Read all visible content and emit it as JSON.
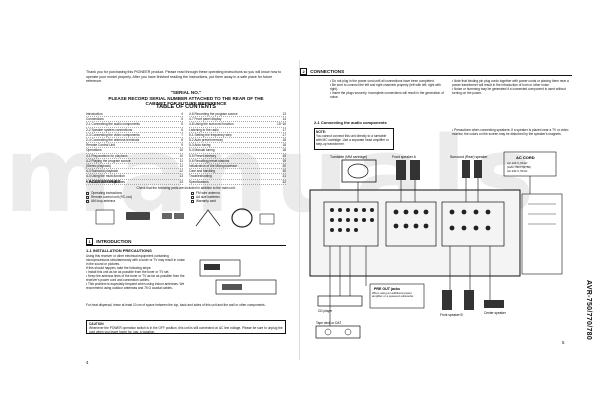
{
  "intro_paragraph": "Thank you for purchasing this PIONEER product. Please read through these operating instructions so you will know how to operate your model properly. After you have finished reading the instructions, put them away in a safe place for future reference.",
  "serial_box": {
    "line1": "\"SERIAL NO.\"",
    "line2": "PLEASE RECORD SERIAL NUMBER ATTACHED TO THE REAR OF THE",
    "line3": "CABINET FOR FUTURE REFERENCE"
  },
  "toc": {
    "title": "TABLE OF CONTENTS",
    "left": [
      {
        "label": "Introduction",
        "page": "4"
      },
      {
        "label": "Connections",
        "page": "5"
      },
      {
        "label": "2-1 Connecting the audio components",
        "page": "5"
      },
      {
        "label": "2-2 Speaker system connections",
        "page": "6"
      },
      {
        "label": "2-3 Connecting the video components",
        "page": "7"
      },
      {
        "label": "2-4 Connecting the antenna terminals",
        "page": "8"
      },
      {
        "label": "Remote Control Unit",
        "page": "9"
      },
      {
        "label": "Operations",
        "page": "10"
      },
      {
        "label": "4-1 Preparations for playback",
        "page": "10"
      },
      {
        "label": "4-2 Playing the program source",
        "page": "11"
      },
      {
        "label": "(Stereo playback)",
        "page": "11"
      },
      {
        "label": "4-3 Surround playback",
        "page": "12"
      },
      {
        "label": "4-4 Using the multi-function",
        "page": "13"
      },
      {
        "label": "4-5 Listen with headphones",
        "page": "13"
      }
    ],
    "right": [
      {
        "label": "4-6 Recording the program source",
        "page": "13"
      },
      {
        "label": "4-7 Front panel display",
        "page": "14"
      },
      {
        "label": "4-8 Using the surround function",
        "page": "15~16"
      },
      {
        "label": "Listening to the radio",
        "page": "17"
      },
      {
        "label": "5-1 Setting the frequency step",
        "page": "17"
      },
      {
        "label": "5-2 Auto preset memory",
        "page": "18"
      },
      {
        "label": "5-3 Auto tuning",
        "page": "18"
      },
      {
        "label": "5-4 Manual tuning",
        "page": "18"
      },
      {
        "label": "5-5 Preset memory",
        "page": "19"
      },
      {
        "label": "5-6 Recalling preset stations",
        "page": "19"
      },
      {
        "label": "Initialization of the Microprocessor",
        "page": "20"
      },
      {
        "label": "Care and handling",
        "page": "20"
      },
      {
        "label": "Troubleshooting",
        "page": "21"
      },
      {
        "label": "Specifications",
        "page": "22"
      }
    ]
  },
  "accessories": {
    "title": "ACCESSORIES",
    "note": "Check that the following parts are included in addition to the main unit.",
    "left": [
      "Operating instructions",
      "Remote control unit (RC-xxx)",
      "AM loop antenna"
    ],
    "right": [
      "FM wire antenna",
      "AA size batteries",
      "Warranty card"
    ]
  },
  "section1": {
    "num": "1",
    "title": "INTRODUCTION",
    "sub": "1-1 INSTALLATION PRECAUTIONS",
    "p1": "Using this receiver or other electrical equipment containing microprocessors simultaneously with a tuner or TV may result in noise in the sound or pictures.",
    "p2": "If this should happen, take the following steps:",
    "b1": "• Install this unit as far as possible from the tuner or TV set.",
    "b2": "• Keep the antenna lines of the tuner or TV as far as possible from the receiver's power cord and connection cables.",
    "b3": "• This problem is especially frequent when using indoor antennas. We recommend using outdoor antennas and 75 Ω coaxial cables.",
    "p3": "For heat dispersal, leave at least 10 cm of space between the top, back and sides of this unit and the wall or other components.",
    "caution_title": "CAUTION",
    "caution_text": "Whenever the POWER operation switch is in the OFF position, this unit is still connected on AC line voltage. Please be sure to unplug the cord when you leave home for, say, a vacation."
  },
  "section2": {
    "num": "2",
    "title": "CONNECTIONS",
    "c1": "• Do not plug in the power cord until all connections have been completed.",
    "c2": "• Be sure to connect the left and right channels properly (left with left, right with right).",
    "c3": "• Insert the plugs securely. Incomplete connections will result in the generation of noise.",
    "c4": "• Note that binding pin plug cords together with power cords or placing them near a power transformer will result in the introduction of hum or other noise.",
    "c5": "• Noise or humming may be generated if a connected component is used without turning on the power.",
    "sub": "2-1 Connecting the audio components",
    "note_title": "NOTE:",
    "note_text": "You cannot connect this unit directly to a turntable with MC cartridge. Use a separate head amplifier or step-up transformer.",
    "warn_text": "• Precautions when connecting speakers: If a speaker is placed near a TV or video monitor, the colors on the screen may be disturbed by the speaker's magnets."
  },
  "diagram": {
    "turntable": "Turntable (MM cartridge)",
    "front_l": "Front speaker A",
    "surround": "Surround (Rear) speaker",
    "ac_title": "AC CORD",
    "ac_lines": [
      "AC 120 V, 60 Hz",
      "(AVR-750/770/780)",
      "AC 230 V, 50 Hz"
    ],
    "cd": "CD player",
    "pre_out": "PRE OUT jacks",
    "pre_out_note": "When using an additional power amplifier or a powered subwoofer.",
    "front_b": "Front speaker B",
    "center": "Center speaker",
    "tape": "Tape deck or DAT"
  },
  "page_left": "4",
  "page_right": "5",
  "side_label": "AVR-750/770/780",
  "watermark": "manuals"
}
